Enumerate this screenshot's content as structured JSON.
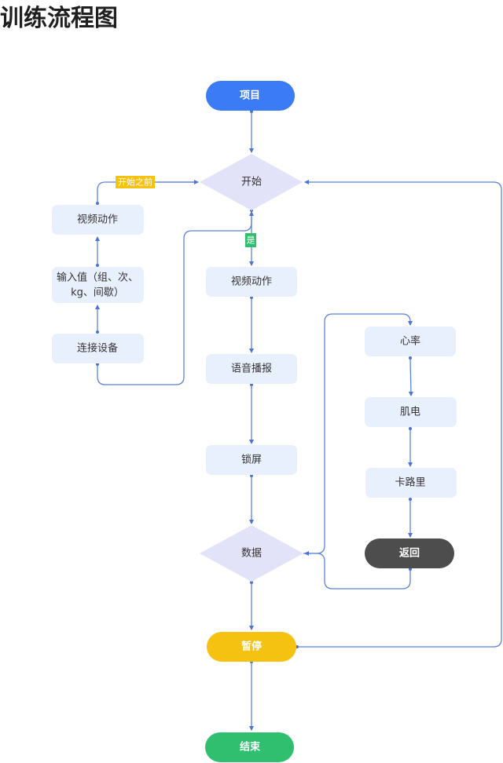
{
  "title": "训练流程图",
  "colors": {
    "terminal_blue": "#3b7cf6",
    "terminal_yellow": "#f5c211",
    "terminal_green": "#2fbf6f",
    "terminal_dark": "#4d4d4d",
    "process_fill": "#e8f0fd",
    "decision_fill": "#e2e2f8",
    "edge": "#5a82e0",
    "label_yellow": "#f5c211",
    "label_green": "#2fbf6f"
  },
  "nodes": {
    "project": "项目",
    "start": "开始",
    "left_video": "视频动作",
    "input_values_line1": "输入值（组、次、",
    "input_values_line2": "kg、间歇）",
    "connect_device": "连接设备",
    "video": "视频动作",
    "voice": "语音播报",
    "lock": "锁屏",
    "data": "数据",
    "heart_rate": "心率",
    "emg": "肌电",
    "calorie": "卡路里",
    "back": "返回",
    "pause": "暂停",
    "end": "结束"
  },
  "edge_labels": {
    "before_start": "开始之前",
    "yes": "是"
  }
}
